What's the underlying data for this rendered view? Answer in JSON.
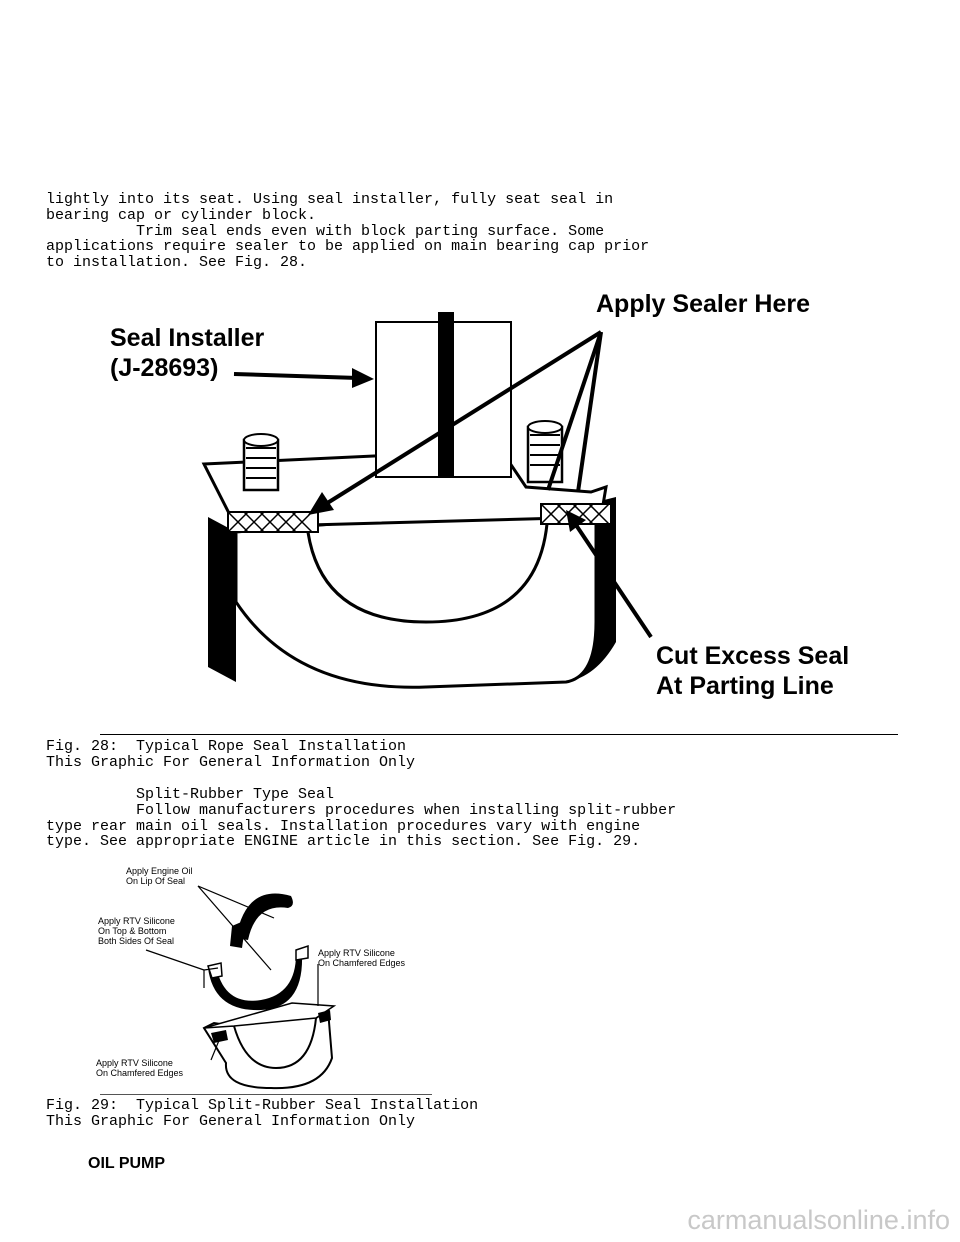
{
  "body_text": {
    "para1": "lightly into its seat. Using seal installer, fully seat seal in\nbearing cap or cylinder block.\n          Trim seal ends even with block parting surface. Some\napplications require sealer to be applied on main bearing cap prior\nto installation. See Fig. 28.",
    "para2": "          Split-Rubber Type Seal\n          Follow manufacturers procedures when installing split-rubber\ntype rear main oil seals. Installation procedures vary with engine\ntype. See appropriate ENGINE article in this section. See Fig. 29."
  },
  "fig28": {
    "label_installer_1": "Seal Installer",
    "label_installer_2": "(J-28693)",
    "label_sealer": "Apply Sealer Here",
    "label_cut_1": "Cut Excess Seal",
    "label_cut_2": "At Parting Line",
    "caption": "Fig. 28:  Typical Rope Seal Installation\nThis Graphic For General Information Only"
  },
  "fig29": {
    "label_oil_1": "Apply Engine Oil",
    "label_oil_2": "On Lip Of Seal",
    "label_rtv_tb_1": "Apply RTV Silicone",
    "label_rtv_tb_2": "On Top & Bottom",
    "label_rtv_tb_3": "Both Sides Of Seal",
    "label_rtv_ch_1": "Apply RTV Silicone",
    "label_rtv_ch_2": "On Chamfered Edges",
    "label_rtv_cap_1": "Apply RTV Silicone",
    "label_rtv_cap_2": "On Chamfered Edges",
    "caption": "Fig. 29:  Typical Split-Rubber Seal Installation\nThis Graphic For General Information Only"
  },
  "section_heading": "OIL PUMP",
  "watermark": "carmanualsonline.info"
}
